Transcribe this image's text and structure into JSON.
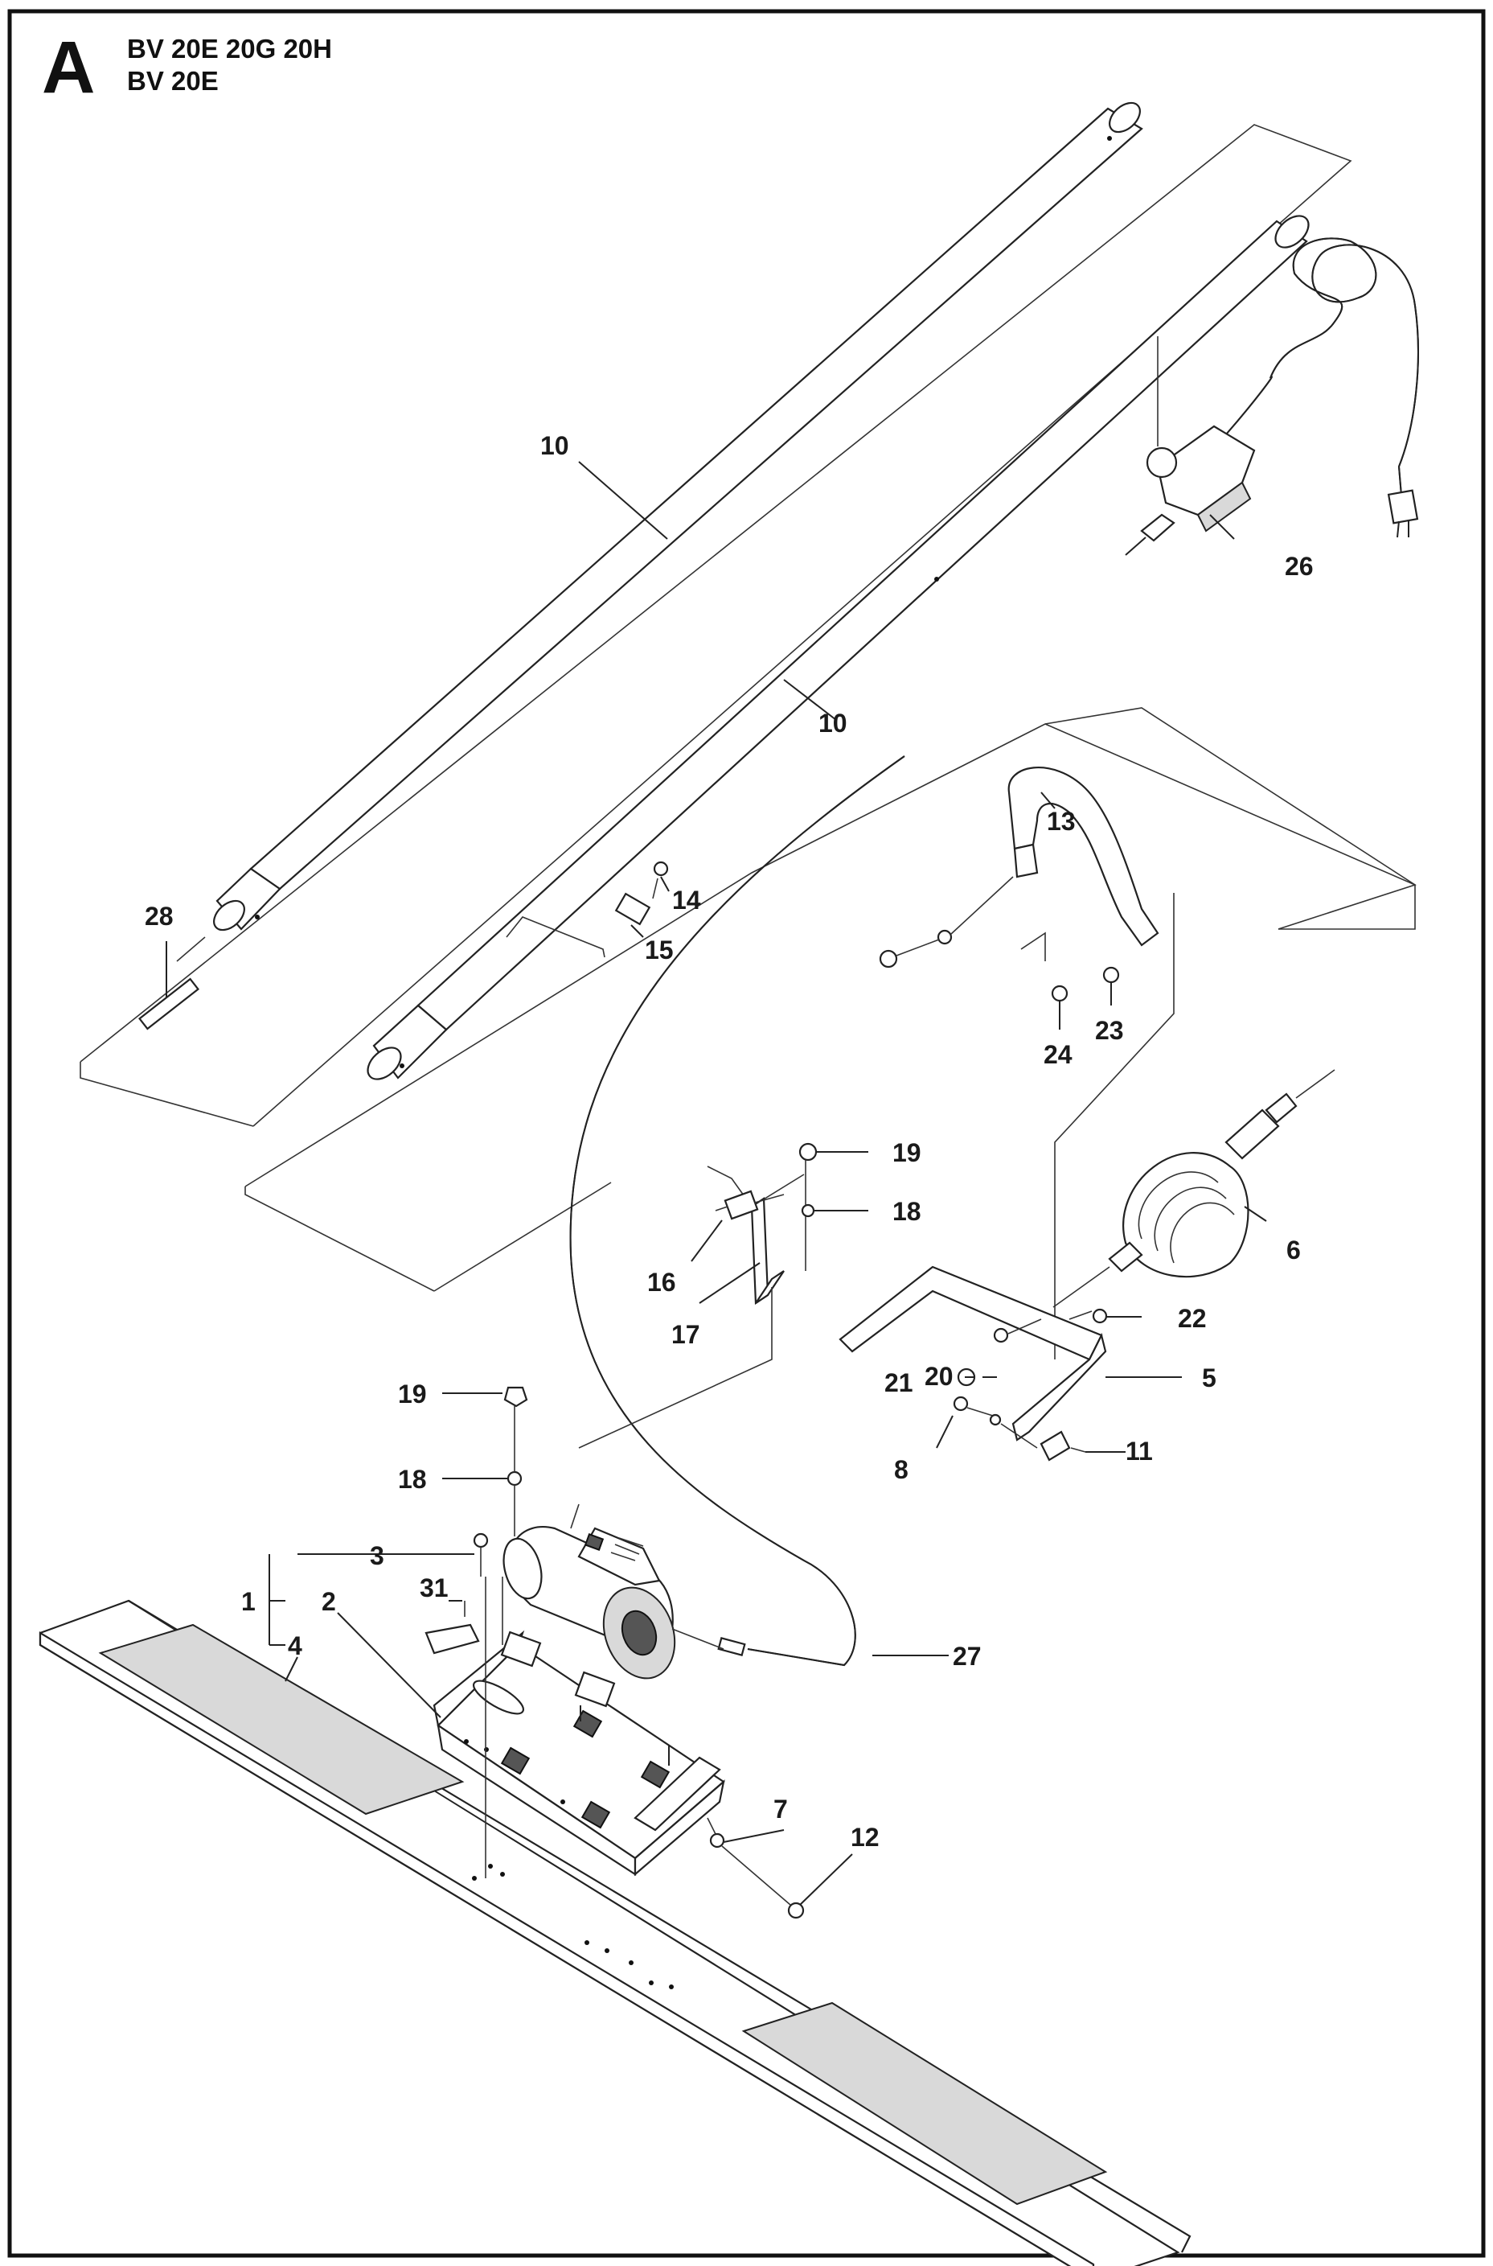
{
  "header": {
    "section_letter": "A",
    "model_line_1": "BV 20E 20G 20H",
    "model_line_2": "BV 20E"
  },
  "callouts": {
    "c10a": "10",
    "c10b": "10",
    "c26": "26",
    "c13": "13",
    "c14": "14",
    "c15": "15",
    "c28": "28",
    "c23": "23",
    "c24": "24",
    "c19a": "19",
    "c18a": "18",
    "c16": "16",
    "c17": "17",
    "c6": "6",
    "c22": "22",
    "c20": "20",
    "c5": "5",
    "c21": "21",
    "c8": "8",
    "c11": "11",
    "c19b": "19",
    "c18b": "18",
    "c3": "3",
    "c1": "1",
    "c2": "2",
    "c31": "31",
    "c4": "4",
    "c27": "27",
    "c7": "7",
    "c12": "12"
  },
  "icons": {
    "poles": "handle-pole-icon",
    "switch": "power-switch-icon",
    "motor": "vibration-motor-icon",
    "screed_board": "screed-board-icon",
    "cable": "flex-cable-icon"
  }
}
